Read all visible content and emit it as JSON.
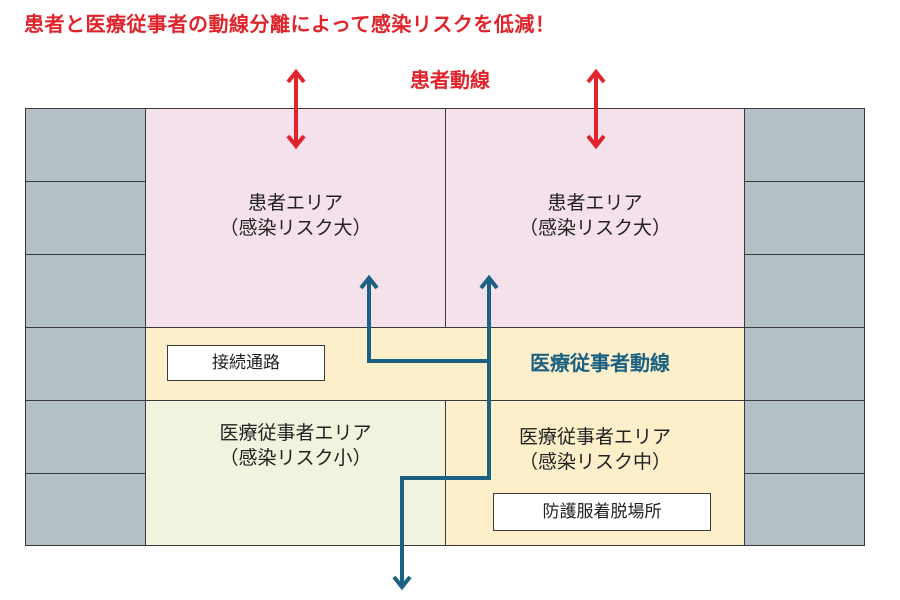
{
  "headline": "患者と医療従事者の動線分離によって感染リスクを低減！",
  "patient_flow": {
    "label": "患者動線"
  },
  "staff_flow": {
    "label": "医療従事者動線"
  },
  "areas": {
    "patient_left": {
      "line1": "患者エリア",
      "line2": "（感染リスク大）"
    },
    "patient_right": {
      "line1": "患者エリア",
      "line2": "（感染リスク大）"
    },
    "corridor_label": "接続通路",
    "staff_left": {
      "line1": "医療従事者エリア",
      "line2": "（感染リスク小）"
    },
    "staff_right": {
      "line1": "医療従事者エリア",
      "line2": "（感染リスク中）"
    },
    "ppe_room_label": "防護服着脱場所"
  },
  "colors": {
    "patient_flow": "#e0242c",
    "staff_flow": "#1a6183",
    "side_cells": "#b3c1c7",
    "patient_area": "#f4e1eb",
    "corridor": "#fcefc9",
    "staff_low_area": "#f1f3df",
    "staff_mid_area": "#fcefc9"
  }
}
